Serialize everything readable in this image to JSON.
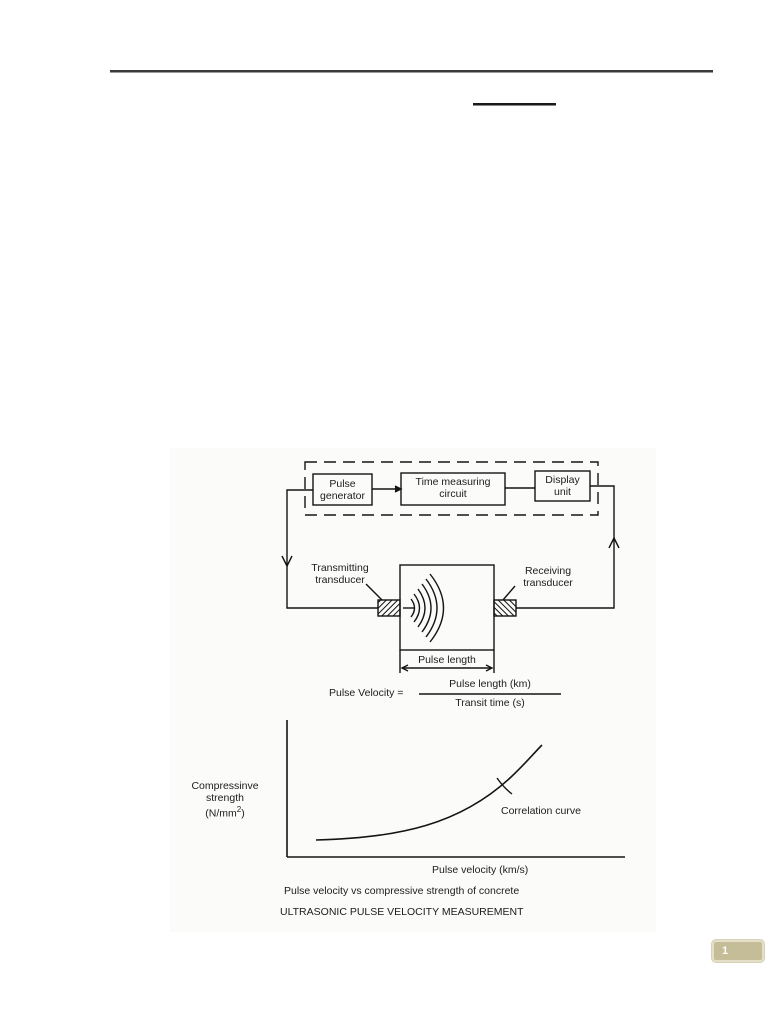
{
  "page": {
    "page_number": "1",
    "accent_color": "#c4bd97"
  },
  "figure": {
    "block_diagram": {
      "pulse_generator": [
        "Pulse",
        "generator"
      ],
      "time_measuring_circuit": [
        "Time measuring",
        "circuit"
      ],
      "display_unit": [
        "Display",
        "unit"
      ],
      "transmitting_transducer": [
        "Transmitting",
        "transducer"
      ],
      "receiving_transducer": [
        "Receiving",
        "transducer"
      ],
      "pulse_length": "Pulse length"
    },
    "formula": {
      "lhs": "Pulse Velocity =",
      "numerator": "Pulse length (km)",
      "denominator": "Transit time (s)"
    },
    "graph": {
      "ylabel": [
        "Compressinve",
        "strength",
        "(N/mm",
        "2",
        ")"
      ],
      "xlabel": "Pulse velocity (km/s)",
      "curve_label": "Correlation curve"
    },
    "caption": "Pulse velocity vs compressive strength of concrete",
    "title": "ULTRASONIC PULSE VELOCITY MEASUREMENT"
  },
  "chart_data": {
    "type": "line",
    "title": "Pulse velocity vs compressive strength of concrete",
    "xlabel": "Pulse velocity (km/s)",
    "ylabel": "Compressinve strength (N/mm 2)",
    "series": [
      {
        "name": "Correlation curve",
        "x": [
          0.08,
          0.2,
          0.35,
          0.5,
          0.65,
          0.78,
          0.88
        ],
        "y": [
          0.13,
          0.16,
          0.24,
          0.36,
          0.55,
          0.75,
          0.93
        ]
      }
    ],
    "grid": false,
    "ticks": "none (qualitative axes)"
  }
}
